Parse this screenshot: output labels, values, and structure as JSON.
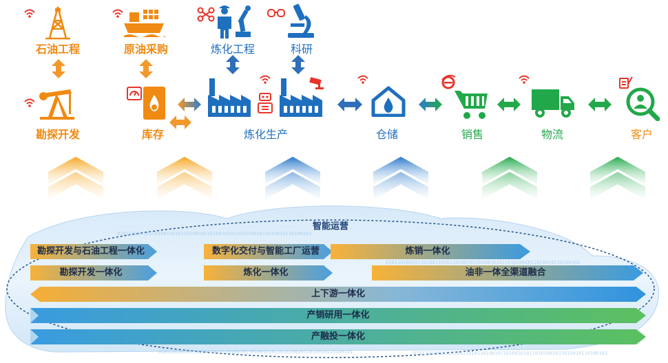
{
  "top_nodes": {
    "petroleum_engineering": "石油工程",
    "crude_purchase": "原油采购",
    "refining_engineering": "炼化工程",
    "research": "科研"
  },
  "flow_nodes": {
    "exploration": "勘探开发",
    "inventory": "库存",
    "refining_production": "炼化生产",
    "storage": "仓储",
    "sales": "销售",
    "logistics": "物流",
    "customer": "客户"
  },
  "platform": {
    "title": "智能运营",
    "bands": [
      "勘探开发与石油工程一体化",
      "数字化交付与智能工厂运营",
      "炼销一体化",
      "勘探开发一体化",
      "炼化一体化",
      "油非一体全渠道融合",
      "上下游一体化",
      "产销研用一体化",
      "产融投一体化"
    ]
  },
  "colors": {
    "orange": "#f08a12",
    "blue": "#1f6fbf",
    "green": "#22a84a",
    "red": "#e8342a"
  },
  "binary_texture": "0101101001011010011010110100101101001010110101001011010010110100101"
}
